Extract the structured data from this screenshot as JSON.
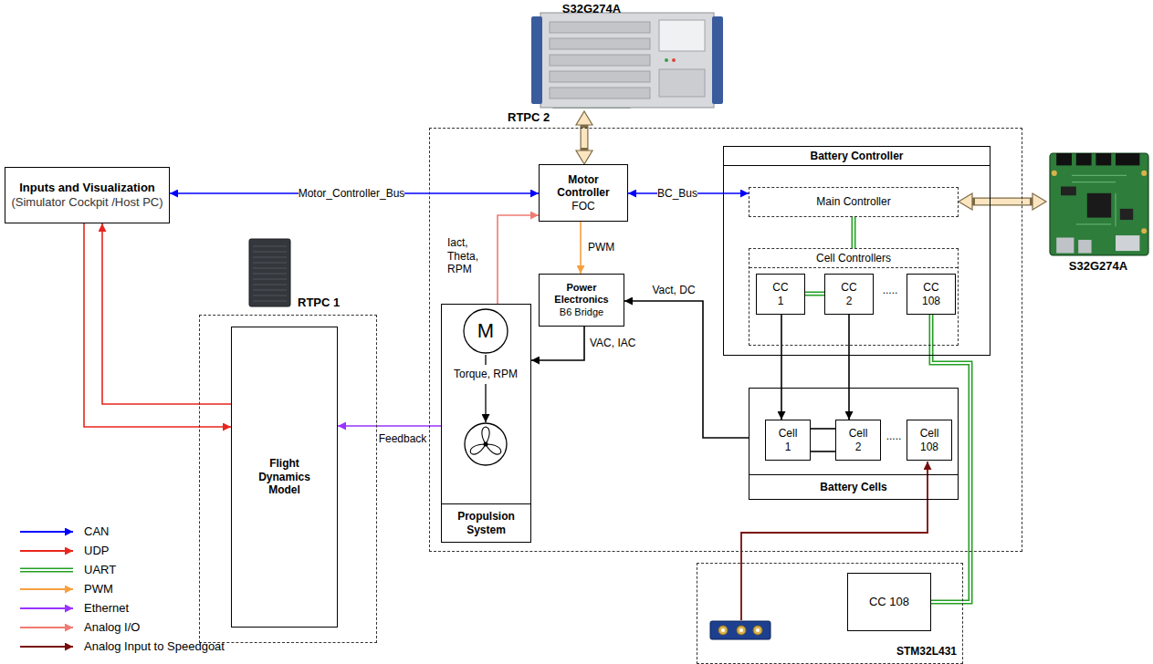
{
  "diagram": {
    "nodes": [
      {
        "text": [
          "S32G274A"
        ]
      },
      {
        "text": [
          "Inputs and Visualization",
          "(Simulator Cockpit /Host PC)"
        ]
      },
      {
        "text": [
          "RTPC 2"
        ]
      },
      {
        "text": [
          "Motor Controller",
          "FOC"
        ],
        "in": 2
      },
      {
        "text": [
          "Power Electronics",
          "B6 Bridge"
        ],
        "in": 2
      },
      {
        "text": [
          "Propulsion System"
        ],
        "in": 2
      },
      {
        "text": [
          "M"
        ],
        "in": 5
      },
      {
        "text": [
          "Battery Controller"
        ],
        "in": 2
      },
      {
        "text": [
          "Main Controller"
        ],
        "in": 7
      },
      {
        "text": [
          "Cell Controllers"
        ],
        "in": 7
      },
      {
        "text": [
          "CC 1"
        ],
        "in": 9
      },
      {
        "text": [
          "CC 2"
        ],
        "in": 9
      },
      {
        "text": [
          "CC 108"
        ],
        "in": 9
      },
      {
        "text": [
          "Battery Cells"
        ],
        "in": 2
      },
      {
        "text": [
          "Cell 1"
        ],
        "in": 13
      },
      {
        "text": [
          "Cell 2"
        ],
        "in": 13
      },
      {
        "text": [
          "Cell 108"
        ],
        "in": 13
      },
      {
        "text": [
          "S32G274A"
        ]
      },
      {
        "text": [
          "RTPC 1"
        ]
      },
      {
        "text": [
          "Flight Dynamics Model"
        ],
        "in": 18
      },
      {
        "text": [
          "STM32L431"
        ]
      },
      {
        "text": [
          "CC 108"
        ],
        "in": 20
      }
    ],
    "edges": [
      {
        "from": 1,
        "to": 3,
        "arrow": "both",
        "label": "Motor_Controller_Bus"
      },
      {
        "from": 0,
        "to": 3,
        "arrow": "both"
      },
      {
        "from": 3,
        "to": 8,
        "arrow": "both",
        "label": "BC_Bus"
      },
      {
        "from": 8,
        "to": 17,
        "arrow": "both"
      },
      {
        "from": 3,
        "to": 4,
        "arrow": "to",
        "label": "PWM"
      },
      {
        "from": 5,
        "to": 3,
        "arrow": "to",
        "label": "Iact, Theta, RPM"
      },
      {
        "from": 4,
        "to": 5,
        "arrow": "to",
        "label": "VAC, IAC"
      },
      {
        "from": 13,
        "to": 4,
        "arrow": "to",
        "label": "Vact, DC"
      },
      {
        "from": 5,
        "to": 19,
        "arrow": "to",
        "label": "Feedback"
      },
      {
        "from": 19,
        "to": 1,
        "arrow": "to"
      },
      {
        "from": 1,
        "to": 19,
        "arrow": "to"
      },
      {
        "from": 8,
        "to": 9,
        "arrow": "none"
      },
      {
        "from": 10,
        "to": 11,
        "arrow": "none"
      },
      {
        "from": 12,
        "to": 21,
        "arrow": "none"
      },
      {
        "from": 10,
        "to": 14,
        "arrow": "to"
      },
      {
        "from": 11,
        "to": 15,
        "arrow": "to"
      },
      {
        "from": 14,
        "to": 15,
        "arrow": "none"
      },
      {
        "from": 14,
        "to": 15,
        "arrow": "none"
      }
    ],
    "labels": [
      "Torque, RPM",
      ".....",
      "....."
    ],
    "legend": [
      {
        "text": "CAN"
      },
      {
        "text": "UDP"
      },
      {
        "text": "UART"
      },
      {
        "text": "PWM"
      },
      {
        "text": "Ethernet"
      },
      {
        "text": "Analog I/O"
      },
      {
        "text": "Analog Input to Speedgoat"
      }
    ]
  }
}
